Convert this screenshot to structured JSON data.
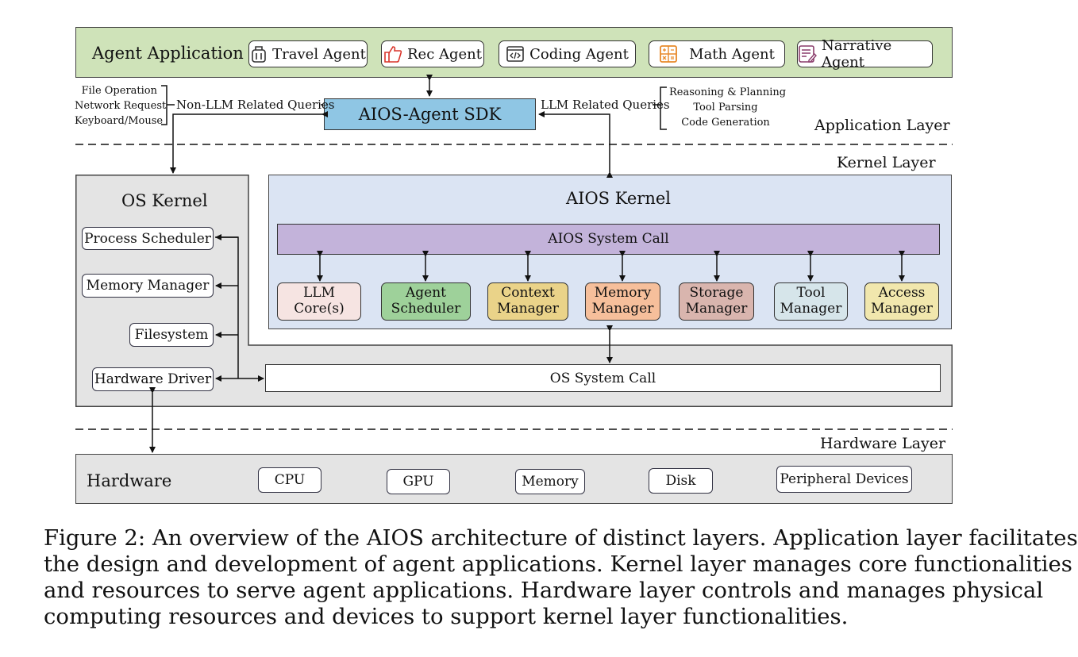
{
  "application_layer": {
    "title": "Agent Application",
    "agents": [
      {
        "label": "Travel Agent",
        "icon": "luggage-icon"
      },
      {
        "label": "Rec Agent",
        "icon": "thumbs-up-icon"
      },
      {
        "label": "Coding Agent",
        "icon": "code-window-icon"
      },
      {
        "label": "Math Agent",
        "icon": "calculator-icon"
      },
      {
        "label": "Narrative Agent",
        "icon": "document-pen-icon"
      }
    ],
    "sdk_label": "AIOS-Agent SDK",
    "non_llm_queries_label": "Non-LLM Related Queries",
    "llm_queries_label": "LLM Related Queries",
    "non_llm_items": [
      "File Operation",
      "Network Request",
      "Keyboard/Mouse"
    ],
    "llm_items": [
      "Reasoning & Planning",
      "Tool Parsing",
      "Code Generation"
    ],
    "layer_label": "Application Layer"
  },
  "kernel_layer": {
    "layer_label": "Kernel Layer",
    "os_kernel": {
      "title": "OS Kernel",
      "components": [
        "Process Scheduler",
        "Memory Manager",
        "Filesystem",
        "Hardware Driver"
      ],
      "syscall_label": "OS System Call"
    },
    "aios_kernel": {
      "title": "AIOS Kernel",
      "syscall_label": "AIOS System Call",
      "modules": [
        {
          "line1": "LLM",
          "line2": "Core(s)"
        },
        {
          "line1": "Agent",
          "line2": "Scheduler"
        },
        {
          "line1": "Context",
          "line2": "Manager"
        },
        {
          "line1": "Memory",
          "line2": "Manager"
        },
        {
          "line1": "Storage",
          "line2": "Manager"
        },
        {
          "line1": "Tool",
          "line2": "Manager"
        },
        {
          "line1": "Access",
          "line2": "Manager"
        }
      ]
    }
  },
  "hardware_layer": {
    "layer_label": "Hardware Layer",
    "title": "Hardware",
    "devices": [
      "CPU",
      "GPU",
      "Memory",
      "Disk",
      "Peripheral Devices"
    ]
  },
  "colors": {
    "agent_application_bg": "#cfe3b9",
    "sdk_bg": "#8fc6e4",
    "aios_kernel_bg": "#dbe4f3",
    "aios_syscall_bg": "#c3b3da",
    "os_kernel_bg": "#e4e4e4",
    "hardware_bg": "#e4e4e4",
    "module_llm": "#f6e4e2",
    "module_agent": "#9ed19a",
    "module_context": "#ead389",
    "module_memory": "#f6bf9b",
    "module_storage": "#d9b5ae",
    "module_tool": "#d6e5ea",
    "module_access": "#f1e7ad"
  },
  "caption": {
    "lines": [
      "Figure 2: An overview of the AIOS architecture of distinct layers. Application layer facilitates",
      "the design and development of agent applications. Kernel layer manages core functionalities",
      "and resources to serve agent applications. Hardware layer controls and manages physical",
      "computing resources and devices to support kernel layer functionalities."
    ]
  }
}
